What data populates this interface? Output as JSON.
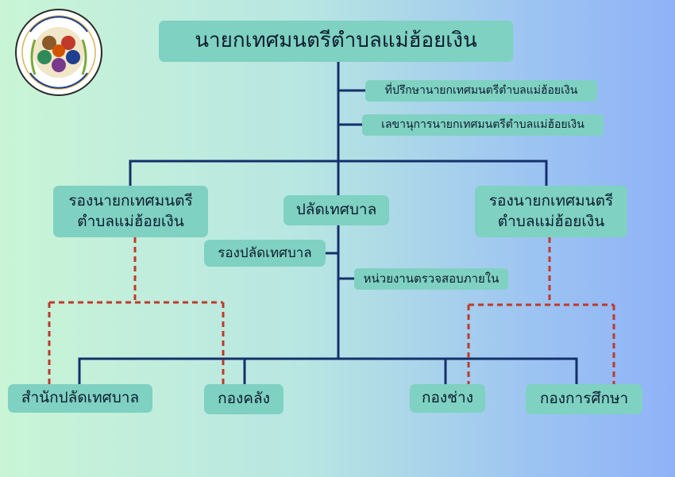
{
  "chart_data": {
    "type": "org-chart",
    "title": "",
    "root": "นายกเทศมนตรีตำบลแม่ฮ้อยเงิน",
    "advisors": [
      "ที่ปรึกษานายกเทศมนตรีตำบลแม่ฮ้อยเงิน",
      "เลขานุการนายกเทศมนตรีตำบลแม่ฮ้อยเงิน"
    ],
    "deputy_left": [
      "รองนายกเทศมนตรี",
      "ตำบลแม่ฮ้อยเงิน"
    ],
    "deputy_right": [
      "รองนายกเทศมนตรี",
      "ตำบลแม่ฮ้อยเงิน"
    ],
    "clerk": "ปลัดเทศบาล",
    "deputy_clerk": "รองปลัดเทศบาล",
    "audit": "หน่วยงานตรวจสอบภายใน",
    "divisions": [
      "สำนักปลัดเทศบาล",
      "กองคลัง",
      "กองช่าง",
      "กองการศึกษา"
    ]
  },
  "colors": {
    "box_fill": "#7fd1c2",
    "solid_line": "#13306b",
    "dashed_line": "#c0392b"
  },
  "icons": {
    "logo": "municipality-seal-icon"
  }
}
